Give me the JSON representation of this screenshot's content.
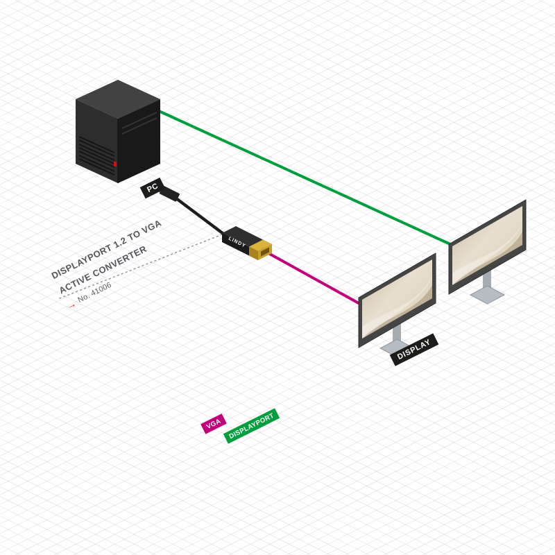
{
  "product": {
    "title_line1": "DISPLAYPORT 1.2 TO VGA",
    "title_line2": "ACTIVE CONVERTER",
    "arrow_glyph": "→",
    "order_no": "No. 41006"
  },
  "labels": {
    "pc_badge": "PC",
    "display_badge": "DISPLAY",
    "converter_brand": "LINDY"
  },
  "legend": {
    "vga_label": "VGA",
    "displayport_label": "DISPLAYPORT"
  },
  "colors": {
    "displayport_green": "#009e3c",
    "vga_magenta": "#c2007d",
    "badge_black": "#1d1d1b",
    "accent_red": "#e30613",
    "cable_black": "#1d1d1d"
  }
}
